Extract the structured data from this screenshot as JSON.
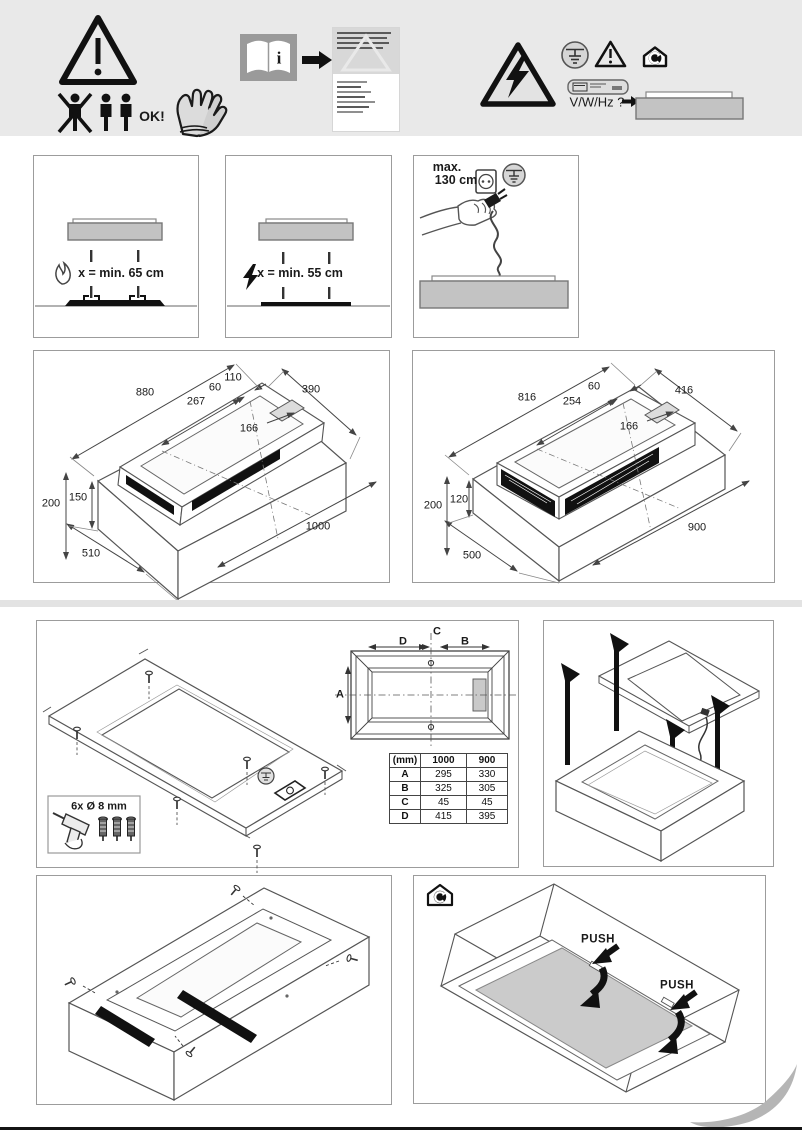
{
  "labels": {
    "ok": "OK!",
    "book_i": "i",
    "power_query": "V/W/Hz ?",
    "cable_max_1": "max.",
    "cable_max_2": "130 cm",
    "gas_clearance": "x = min. 65 cm",
    "electric_clearance": "x = min. 55 cm",
    "drill": "6x Ø 8 mm",
    "push": "PUSH"
  },
  "dim_left": {
    "d880": "880",
    "d60": "60",
    "d110": "110",
    "d267": "267",
    "d390": "390",
    "d166": "166",
    "d150": "150",
    "d200": "200",
    "d1000": "1000",
    "d510": "510"
  },
  "dim_right": {
    "d816": "816",
    "d60": "60",
    "d254": "254",
    "d416": "416",
    "d166": "166",
    "d120": "120",
    "d200": "200",
    "d900": "900",
    "d500": "500"
  },
  "top_view": {
    "a": "A",
    "b": "B",
    "c": "C",
    "d": "D"
  },
  "table": {
    "unit": "(mm)",
    "cols": [
      "1000",
      "900"
    ],
    "rows": [
      {
        "label": "A",
        "v1000": "295",
        "v900": "330"
      },
      {
        "label": "B",
        "v1000": "325",
        "v900": "305"
      },
      {
        "label": "C",
        "v1000": "45",
        "v900": "45"
      },
      {
        "label": "D",
        "v1000": "415",
        "v900": "395"
      }
    ]
  },
  "colors": {
    "band_bg": "#e9e9e9",
    "panel_border": "#9c9c9c",
    "hood_fill": "#c3c3c3",
    "line_art": "#4a4a4a",
    "vent_black": "#111111",
    "filter_gray": "#cbcbcb",
    "page_curl": "#b5b5b5",
    "book_bg": "#9a9a9a"
  }
}
